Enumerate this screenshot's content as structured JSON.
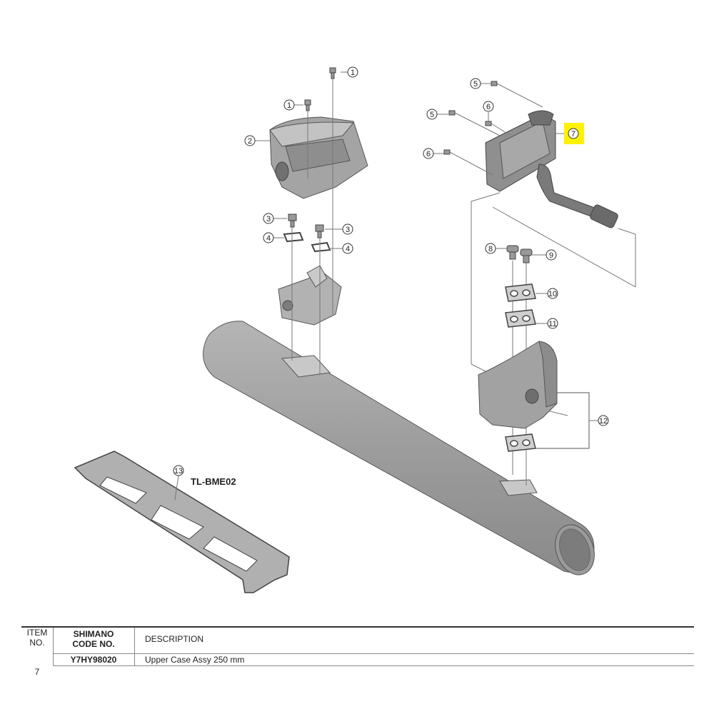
{
  "diagram": {
    "callouts": [
      "1",
      "1",
      "2",
      "3",
      "4",
      "3",
      "4",
      "5",
      "5",
      "6",
      "6",
      "7",
      "8",
      "9",
      "10",
      "11",
      "12",
      "13"
    ],
    "tool_label": "TL-BME02",
    "highlight_color": "#fff200",
    "part_fill": "#a9a9a9",
    "part_fill_dark": "#8c8c8c",
    "part_fill_light": "#c6c6c6"
  },
  "table": {
    "headers": {
      "item_line1": "ITEM",
      "item_line2": "NO.",
      "code_line1": "SHIMANO",
      "code_line2": "CODE NO.",
      "description": "DESCRIPTION"
    },
    "rows": [
      {
        "item": "7",
        "code": "Y7HY98020",
        "description": "Upper Case Assy 250 mm"
      }
    ]
  }
}
